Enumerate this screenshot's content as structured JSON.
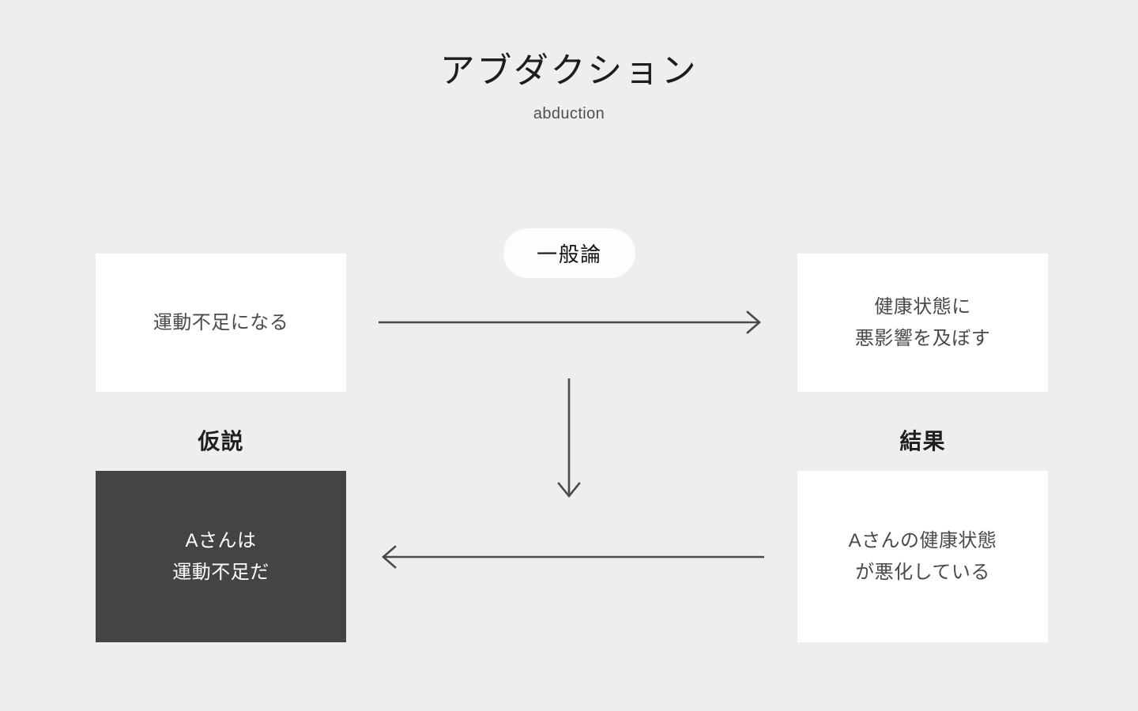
{
  "slide": {
    "background_color": "#eeeeee",
    "title": "アブダクション",
    "subtitle": "abduction"
  },
  "badge": {
    "label": "一般論",
    "background_color": "#fdfdfd",
    "text_color": "#141414"
  },
  "labels": {
    "hypothesis": "仮説",
    "result": "結果"
  },
  "boxes": {
    "premise": {
      "text": "運動不足になる",
      "background_color": "#ffffff",
      "text_color": "#4a4a4a"
    },
    "generalization": {
      "line1": "健康状態に",
      "line2": "悪影響を及ぼす",
      "background_color": "#ffffff",
      "text_color": "#4a4a4a"
    },
    "hypothesis": {
      "line1": "Aさんは",
      "line2": "運動不足だ",
      "background_color": "#454443",
      "text_color": "#ffffff"
    },
    "result": {
      "line1": "Aさんの健康状態",
      "line2": "が悪化している",
      "background_color": "#ffffff",
      "text_color": "#4a4a4a"
    }
  },
  "arrows": {
    "color": "#4a4a4a",
    "top": {
      "direction": "right"
    },
    "down": {
      "direction": "down"
    },
    "bottom": {
      "direction": "left"
    }
  }
}
